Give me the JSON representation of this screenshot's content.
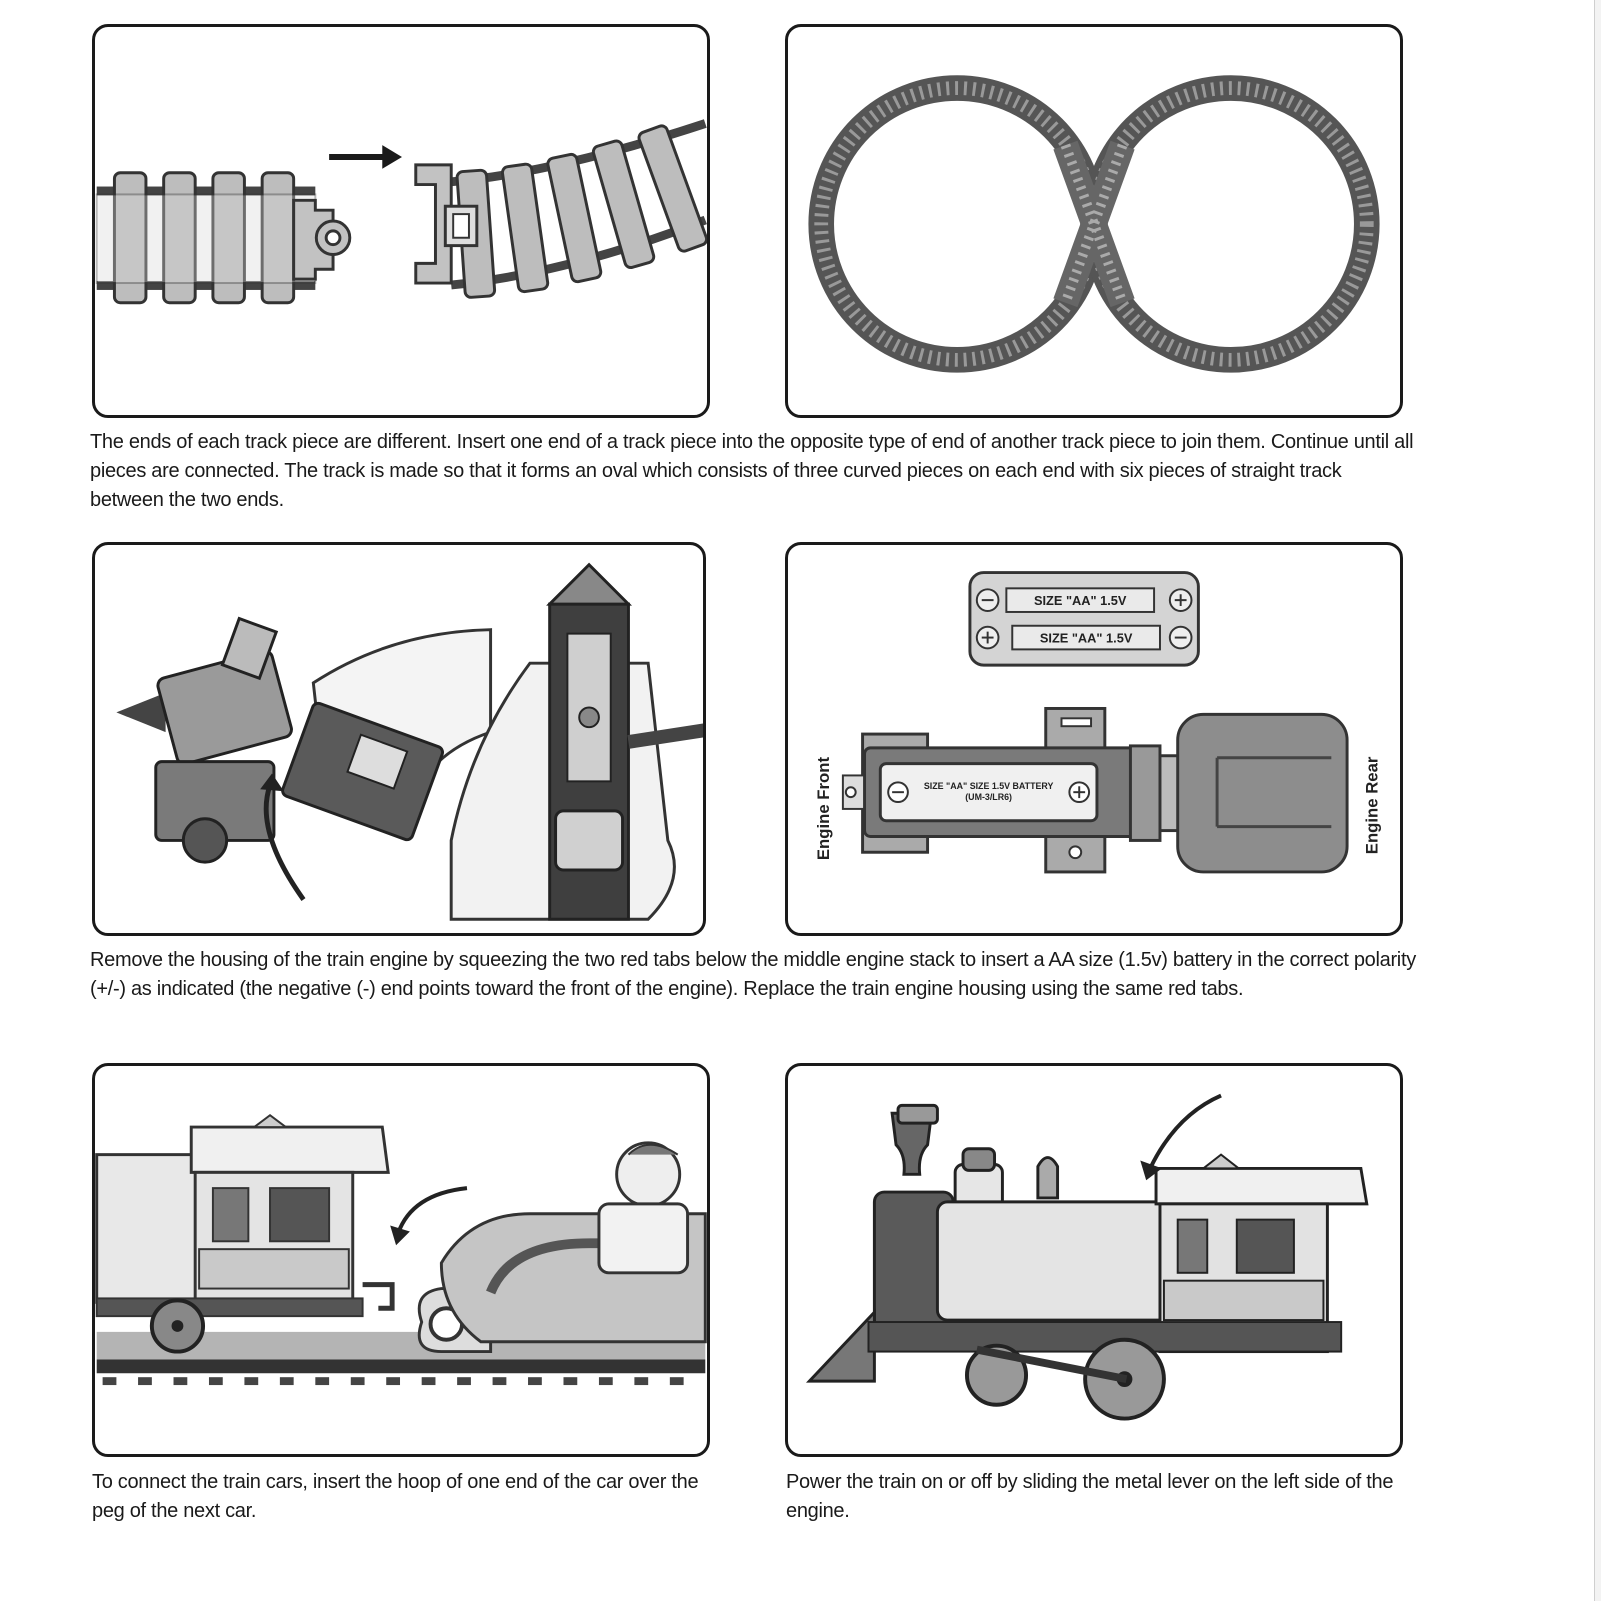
{
  "captions": {
    "track": "The ends of each track piece are different.  Insert one end of a track piece into the opposite type of end of another track piece to join them.  Continue until all pieces are connected.  The track is made so that it forms an oval which consists of  three curved pieces on each end with six pieces of straight track between the two ends.",
    "battery": "Remove the housing of the train engine by squeezing the two red tabs below the middle engine stack to insert a AA size (1.5v) battery in the correct polarity (+/-) as indicated (the negative (-) end points toward the front of the engine). Replace the train engine housing using the same red tabs.",
    "connect": "To connect the train cars, insert the hoop of one end of the car over the peg of the next car.",
    "power": "Power the train on or off by sliding the metal lever on the left side of the engine."
  },
  "battery_diagram": {
    "engine_front": "Engine Front",
    "engine_rear": "Engine Rear",
    "size_top": "SIZE  \"AA\"  1.5V",
    "size_bottom": "SIZE  \"AA\"  1.5V",
    "compartment": "SIZE \"AA\" SIZE 1.5V BATTERY",
    "compartment_sub": "(UM-3/LR6)"
  },
  "colors": {
    "ink": "#1a1a1a",
    "mid_gray": "#8a8a8a",
    "light_gray": "#c8c8c8",
    "dark_gray": "#4a4a4a"
  }
}
